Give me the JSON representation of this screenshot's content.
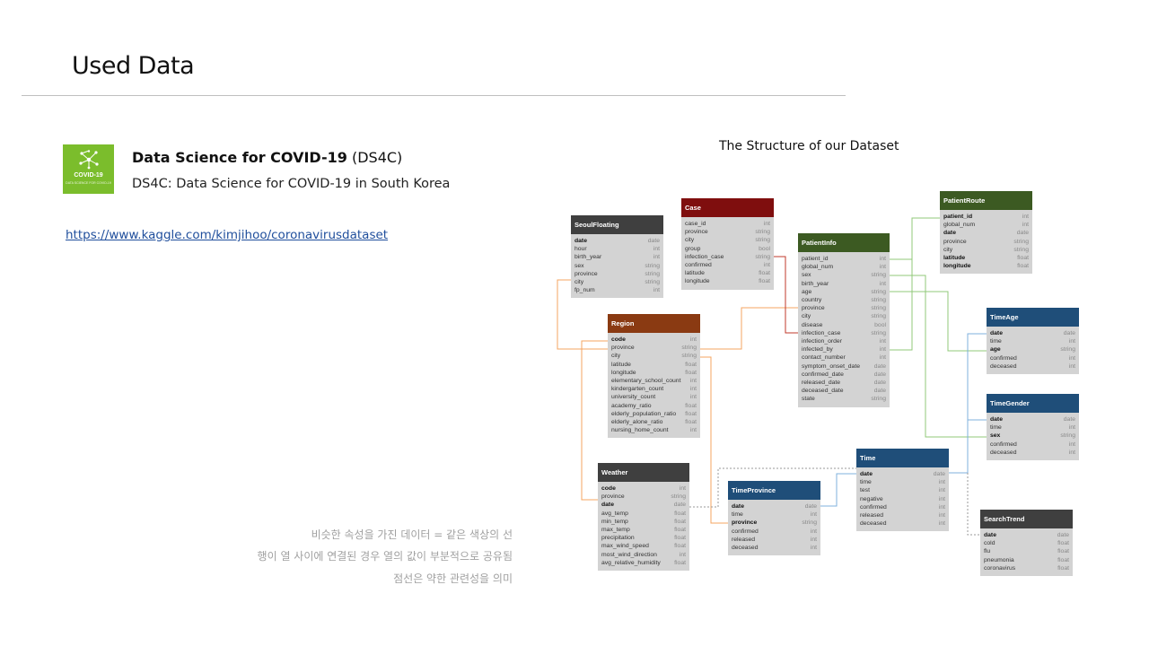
{
  "slide": {
    "title": "Used Data"
  },
  "logo": {
    "title": "COVID-19",
    "subtitle": "DATA SCIENCE FOR COVID-19"
  },
  "dataset": {
    "name_bold": "Data Science for COVID-19",
    "name_suffix": " (DS4C)",
    "description": "DS4C: Data Science for COVID-19 in South Korea",
    "link": "https://www.kaggle.com/kimjihoo/coronavirusdataset"
  },
  "diagram": {
    "title": "The Structure of our Dataset",
    "tables": [
      {
        "key": "seoulfloating",
        "name": "SeoulFloating",
        "color": "#3f3f3f",
        "columns": [
          {
            "n": "date",
            "t": "date",
            "pk": true
          },
          {
            "n": "hour",
            "t": "int",
            "pk": false
          },
          {
            "n": "birth_year",
            "t": "int",
            "pk": false
          },
          {
            "n": "sex",
            "t": "string",
            "pk": false
          },
          {
            "n": "province",
            "t": "string",
            "pk": false
          },
          {
            "n": "city",
            "t": "string",
            "pk": false
          },
          {
            "n": "fp_num",
            "t": "int",
            "pk": false
          }
        ]
      },
      {
        "key": "case",
        "name": "Case",
        "color": "#7f0e0e",
        "columns": [
          {
            "n": "case_id",
            "t": "int",
            "pk": false
          },
          {
            "n": "province",
            "t": "string",
            "pk": false
          },
          {
            "n": "city",
            "t": "string",
            "pk": false
          },
          {
            "n": "group",
            "t": "bool",
            "pk": false
          },
          {
            "n": "infection_case",
            "t": "string",
            "pk": false
          },
          {
            "n": "confirmed",
            "t": "int",
            "pk": false
          },
          {
            "n": "latitude",
            "t": "float",
            "pk": false
          },
          {
            "n": "longitude",
            "t": "float",
            "pk": false
          }
        ]
      },
      {
        "key": "patientinfo",
        "name": "PatientInfo",
        "color": "#3c5a22",
        "columns": [
          {
            "n": "patient_id",
            "t": "int",
            "pk": false
          },
          {
            "n": "global_num",
            "t": "int",
            "pk": false
          },
          {
            "n": "sex",
            "t": "string",
            "pk": false
          },
          {
            "n": "birth_year",
            "t": "int",
            "pk": false
          },
          {
            "n": "age",
            "t": "string",
            "pk": false
          },
          {
            "n": "country",
            "t": "string",
            "pk": false
          },
          {
            "n": "province",
            "t": "string",
            "pk": false
          },
          {
            "n": "city",
            "t": "string",
            "pk": false
          },
          {
            "n": "disease",
            "t": "bool",
            "pk": false
          },
          {
            "n": "infection_case",
            "t": "string",
            "pk": false
          },
          {
            "n": "infection_order",
            "t": "int",
            "pk": false
          },
          {
            "n": "infected_by",
            "t": "int",
            "pk": false
          },
          {
            "n": "contact_number",
            "t": "int",
            "pk": false
          },
          {
            "n": "symptom_onset_date",
            "t": "date",
            "pk": false
          },
          {
            "n": "confirmed_date",
            "t": "date",
            "pk": false
          },
          {
            "n": "released_date",
            "t": "date",
            "pk": false
          },
          {
            "n": "deceased_date",
            "t": "date",
            "pk": false
          },
          {
            "n": "state",
            "t": "string",
            "pk": false
          }
        ]
      },
      {
        "key": "patientroute",
        "name": "PatientRoute",
        "color": "#3c5a22",
        "columns": [
          {
            "n": "patient_id",
            "t": "int",
            "pk": true
          },
          {
            "n": "global_num",
            "t": "int",
            "pk": false
          },
          {
            "n": "date",
            "t": "date",
            "pk": true
          },
          {
            "n": "province",
            "t": "string",
            "pk": false
          },
          {
            "n": "city",
            "t": "string",
            "pk": false
          },
          {
            "n": "latitude",
            "t": "float",
            "pk": true
          },
          {
            "n": "longitude",
            "t": "float",
            "pk": true
          }
        ]
      },
      {
        "key": "region",
        "name": "Region",
        "color": "#8a3a12",
        "columns": [
          {
            "n": "code",
            "t": "int",
            "pk": true
          },
          {
            "n": "province",
            "t": "string",
            "pk": false
          },
          {
            "n": "city",
            "t": "string",
            "pk": false
          },
          {
            "n": "latitude",
            "t": "float",
            "pk": false
          },
          {
            "n": "longitude",
            "t": "float",
            "pk": false
          },
          {
            "n": "elementary_school_count",
            "t": "int",
            "pk": false
          },
          {
            "n": "kindergarten_count",
            "t": "int",
            "pk": false
          },
          {
            "n": "university_count",
            "t": "int",
            "pk": false
          },
          {
            "n": "academy_ratio",
            "t": "float",
            "pk": false
          },
          {
            "n": "elderly_population_ratio",
            "t": "float",
            "pk": false
          },
          {
            "n": "elderly_alone_ratio",
            "t": "float",
            "pk": false
          },
          {
            "n": "nursing_home_count",
            "t": "int",
            "pk": false
          }
        ]
      },
      {
        "key": "timeage",
        "name": "TimeAge",
        "color": "#1f4e79",
        "columns": [
          {
            "n": "date",
            "t": "date",
            "pk": true
          },
          {
            "n": "time",
            "t": "int",
            "pk": false
          },
          {
            "n": "age",
            "t": "string",
            "pk": true
          },
          {
            "n": "confirmed",
            "t": "int",
            "pk": false
          },
          {
            "n": "deceased",
            "t": "int",
            "pk": false
          }
        ]
      },
      {
        "key": "timegender",
        "name": "TimeGender",
        "color": "#1f4e79",
        "columns": [
          {
            "n": "date",
            "t": "date",
            "pk": true
          },
          {
            "n": "time",
            "t": "int",
            "pk": false
          },
          {
            "n": "sex",
            "t": "string",
            "pk": true
          },
          {
            "n": "confirmed",
            "t": "int",
            "pk": false
          },
          {
            "n": "deceased",
            "t": "int",
            "pk": false
          }
        ]
      },
      {
        "key": "time",
        "name": "Time",
        "color": "#1f4e79",
        "columns": [
          {
            "n": "date",
            "t": "date",
            "pk": true
          },
          {
            "n": "time",
            "t": "int",
            "pk": false
          },
          {
            "n": "test",
            "t": "int",
            "pk": false
          },
          {
            "n": "negative",
            "t": "int",
            "pk": false
          },
          {
            "n": "confirmed",
            "t": "int",
            "pk": false
          },
          {
            "n": "released",
            "t": "int",
            "pk": false
          },
          {
            "n": "deceased",
            "t": "int",
            "pk": false
          }
        ]
      },
      {
        "key": "timeprovince",
        "name": "TimeProvince",
        "color": "#1f4e79",
        "columns": [
          {
            "n": "date",
            "t": "date",
            "pk": true
          },
          {
            "n": "time",
            "t": "int",
            "pk": false
          },
          {
            "n": "province",
            "t": "string",
            "pk": true
          },
          {
            "n": "confirmed",
            "t": "int",
            "pk": false
          },
          {
            "n": "released",
            "t": "int",
            "pk": false
          },
          {
            "n": "deceased",
            "t": "int",
            "pk": false
          }
        ]
      },
      {
        "key": "weather",
        "name": "Weather",
        "color": "#3f3f3f",
        "columns": [
          {
            "n": "code",
            "t": "int",
            "pk": true
          },
          {
            "n": "province",
            "t": "string",
            "pk": false
          },
          {
            "n": "date",
            "t": "date",
            "pk": true
          },
          {
            "n": "avg_temp",
            "t": "float",
            "pk": false
          },
          {
            "n": "min_temp",
            "t": "float",
            "pk": false
          },
          {
            "n": "max_temp",
            "t": "float",
            "pk": false
          },
          {
            "n": "precipitation",
            "t": "float",
            "pk": false
          },
          {
            "n": "max_wind_speed",
            "t": "float",
            "pk": false
          },
          {
            "n": "most_wind_direction",
            "t": "int",
            "pk": false
          },
          {
            "n": "avg_relative_humidity",
            "t": "float",
            "pk": false
          }
        ]
      },
      {
        "key": "searchtrend",
        "name": "SearchTrend",
        "color": "#3f3f3f",
        "columns": [
          {
            "n": "date",
            "t": "date",
            "pk": true
          },
          {
            "n": "cold",
            "t": "float",
            "pk": false
          },
          {
            "n": "flu",
            "t": "float",
            "pk": false
          },
          {
            "n": "pneumonia",
            "t": "float",
            "pk": false
          },
          {
            "n": "coronavirus",
            "t": "float",
            "pk": false
          }
        ]
      }
    ],
    "relation_colors": {
      "region": "#f4a460",
      "patient": "#90c978",
      "case": "#c0392b",
      "time": "#7fb1dd",
      "dashed": "#9a9a9a"
    }
  },
  "notes": [
    "비슷한 속성을 가진 데이터 = 같은 색상의 선",
    "행이 열 사이에 연결된 경우 열의 값이 부분적으로 공유됨",
    "점선은 약한 관련성을 의미"
  ]
}
